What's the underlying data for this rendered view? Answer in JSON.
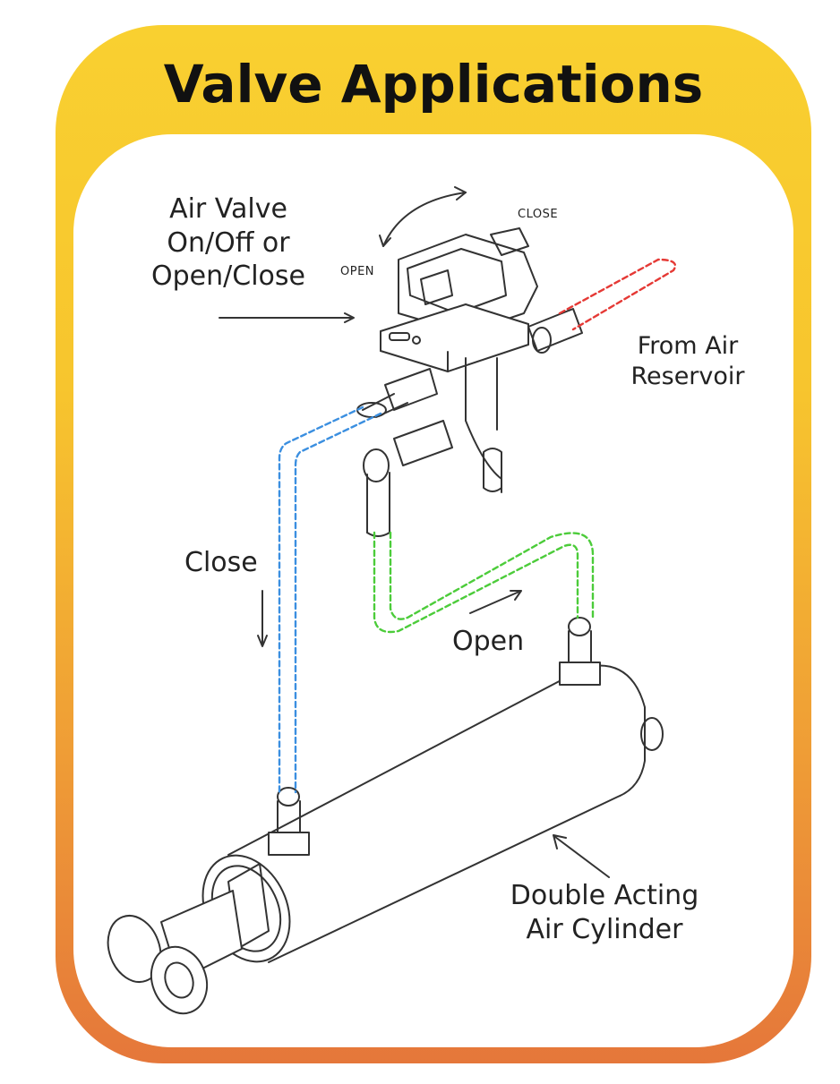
{
  "title": "Valve Applications",
  "labels": {
    "air_valve": [
      "Air Valve",
      "On/Off or",
      "Open/Close"
    ],
    "valve_close": "CLOSE",
    "valve_open": "OPEN",
    "from_air": [
      "From Air",
      "Reservoir"
    ],
    "close_line": "Close",
    "open_line": "Open",
    "cylinder": [
      "Double Acting",
      "Air Cylinder"
    ]
  },
  "colors": {
    "frame_top": "#f9d030",
    "frame_bottom": "#e5773a",
    "supply_line": "#e53935",
    "close_line": "#3b8fe0",
    "open_line": "#4ccc3a",
    "ink": "#222222"
  }
}
